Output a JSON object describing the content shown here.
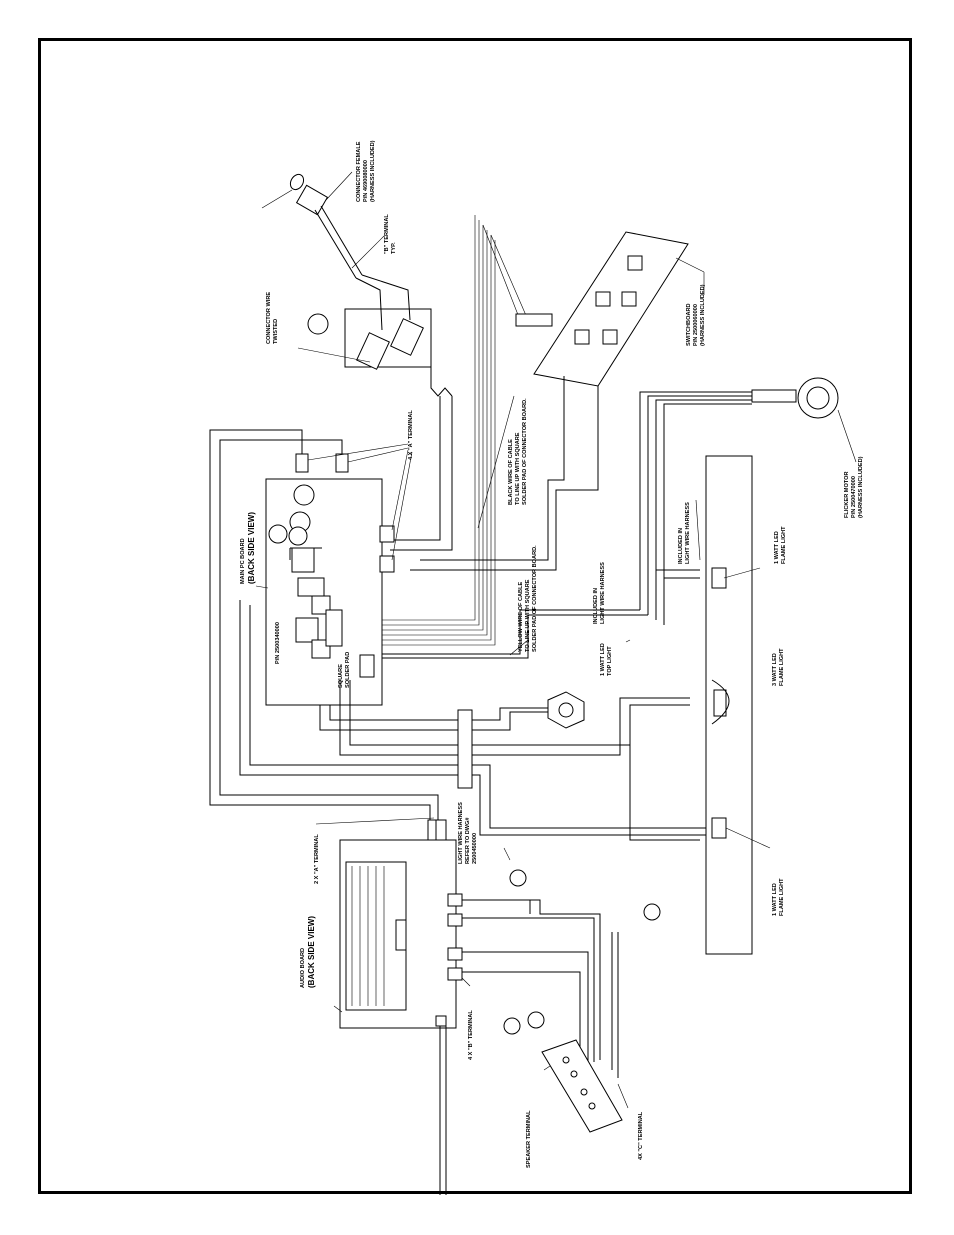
{
  "labels": {
    "connector_female": [
      "CONNECTOR FEMALE",
      "P/N 4690080000",
      "(HARNESS INCLUDED)"
    ],
    "b_terminal": [
      "\"B\" TERMINAL",
      "TYP."
    ],
    "connector_wire": [
      "CONNECTOR WIRE",
      "TWISTED"
    ],
    "switchboard": [
      "SWITCHBOARD",
      "P/N 2500060000",
      "(HARNESS INCLUDED)"
    ],
    "flicker_motor": [
      "FLICKER MOTOR",
      "P/N 2500470000",
      "(HARNESS INCLUDED)"
    ],
    "a_terminal_4x": "4 X \"A\" TERMINAL",
    "black_wire": [
      "BLACK WIRE OF CABLE",
      "TO LINE UP WITH SQUARE",
      "SOLDER PAD OF CONNECTOR BOARD."
    ],
    "main_pc_board": [
      "MAIN PC BOARD",
      "(BACK SIDE VIEW)"
    ],
    "yellow_wire": [
      "YELLOW WIRE OF CABLE",
      "TO LINE UP WITH SQUARE",
      "SOLDER PAD OF CONNECTOR BOARD."
    ],
    "included_light_harness_top": [
      "INCLUDED IN",
      "LIGHT WIRE HARNESS"
    ],
    "included_light_harness_mid": [
      "INCLUDED IN",
      "LIGHT WIRE HARNESS"
    ],
    "led_1w_top_right": [
      "1 WATT LED",
      "FLAME LIGHT"
    ],
    "led_1w_top_light": [
      "1 WATT LED",
      "TOP LIGHT"
    ],
    "led_3w": [
      "3 WATT LED",
      "FLAME LIGHT"
    ],
    "led_1w_bottom": [
      "1 WATT LED",
      "FLAME LIGHT"
    ],
    "square_solder_pad": [
      "SQUARE",
      "SOLDER PAD"
    ],
    "light_wire_harness": [
      "LIGHT WIRE HARNESS",
      "REFER TO DWG#",
      "2500450000"
    ],
    "a_terminal_2x": "2 X \"A\" TERMINAL",
    "audio_board": [
      "AUDIO BOARD",
      "(BACK SIDE VIEW)"
    ],
    "b_terminal_4x": "4 X \"B\" TERMINAL",
    "speaker_terminal": "SPEAKER TERMINAL",
    "c_terminal_4x": "4X \"C\" TERMINAL",
    "pcb_part_text": "P/N 2500340000"
  },
  "colors": {
    "ink": "#000000",
    "paper": "#ffffff"
  }
}
